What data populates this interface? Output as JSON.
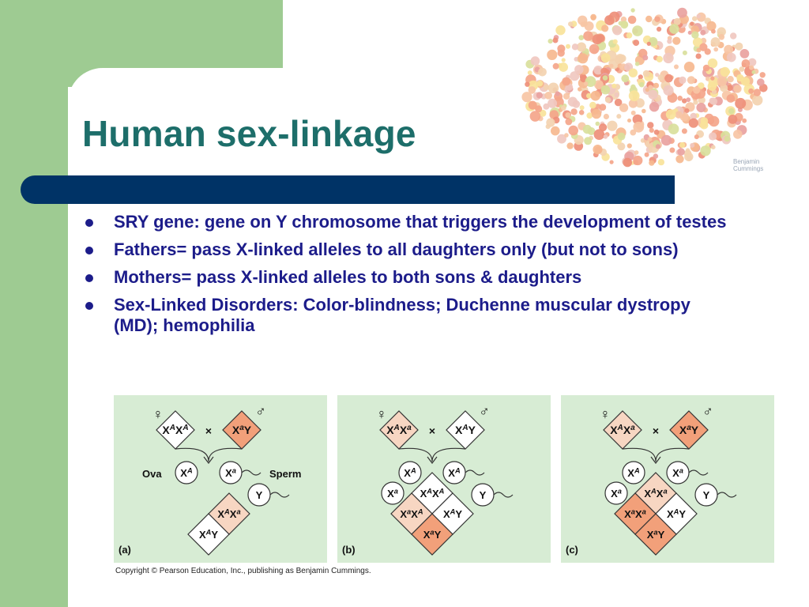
{
  "slide": {
    "title": "Human sex-linkage",
    "bullets": [
      "SRY gene: gene on Y chromosome that triggers the development of testes",
      "Fathers= pass X-linked alleles to all daughters only (but not to sons)",
      "Mothers= pass X-linked alleles to both sons & daughters",
      "Sex-Linked Disorders:  Color-blindness; Duchenne muscular dystropy (MD); hemophilia"
    ],
    "plate_credit": "Benjamin\nCummings",
    "copyright": "Copyright © Pearson Education, Inc., publishing as Benjamin Cummings."
  },
  "colors": {
    "green_margin": "#9ecb92",
    "navy_bar": "#003366",
    "title_text": "#1d6e6a",
    "bullet_text": "#1c1c8a",
    "panel_bg": "#d7ecd4",
    "carrier_fill": "#f7d6c2",
    "affected_fill": "#f2a07a"
  },
  "icons": {
    "female_symbol": "♀",
    "male_symbol": "♂",
    "cross_symbol": "×"
  },
  "figure_labels": {
    "ova": "Ova",
    "sperm": "Sperm"
  },
  "panels": [
    {
      "label": "(a)",
      "mother": "XAXA",
      "mother_shade": "none",
      "father": "XaY",
      "father_shade": "affected",
      "egg1": "XA",
      "egg2": "",
      "sperm1": "Xa",
      "sperm2": "Y",
      "cells": [
        {
          "genotype": "",
          "shade": "none"
        },
        {
          "genotype": "XAXa",
          "shade": "carrier"
        },
        {
          "genotype": "",
          "shade": "none"
        },
        {
          "genotype": "XAY",
          "shade": "none"
        }
      ]
    },
    {
      "label": "(b)",
      "mother": "XAXa",
      "mother_shade": "carrier",
      "father": "XAY",
      "father_shade": "none",
      "egg1": "XA",
      "egg2": "Xa",
      "sperm1": "XA",
      "sperm2": "Y",
      "cells": [
        {
          "genotype": "XAXA",
          "shade": "none"
        },
        {
          "genotype": "XAY",
          "shade": "none"
        },
        {
          "genotype": "XaXA",
          "shade": "carrier"
        },
        {
          "genotype": "XaY",
          "shade": "affected"
        }
      ]
    },
    {
      "label": "(c)",
      "mother": "XAXa",
      "mother_shade": "carrier",
      "father": "XaY",
      "father_shade": "affected",
      "egg1": "XA",
      "egg2": "Xa",
      "sperm1": "Xa",
      "sperm2": "Y",
      "cells": [
        {
          "genotype": "XAXa",
          "shade": "carrier"
        },
        {
          "genotype": "XAY",
          "shade": "none"
        },
        {
          "genotype": "XaXa",
          "shade": "affected"
        },
        {
          "genotype": "XaY",
          "shade": "affected"
        }
      ]
    }
  ]
}
